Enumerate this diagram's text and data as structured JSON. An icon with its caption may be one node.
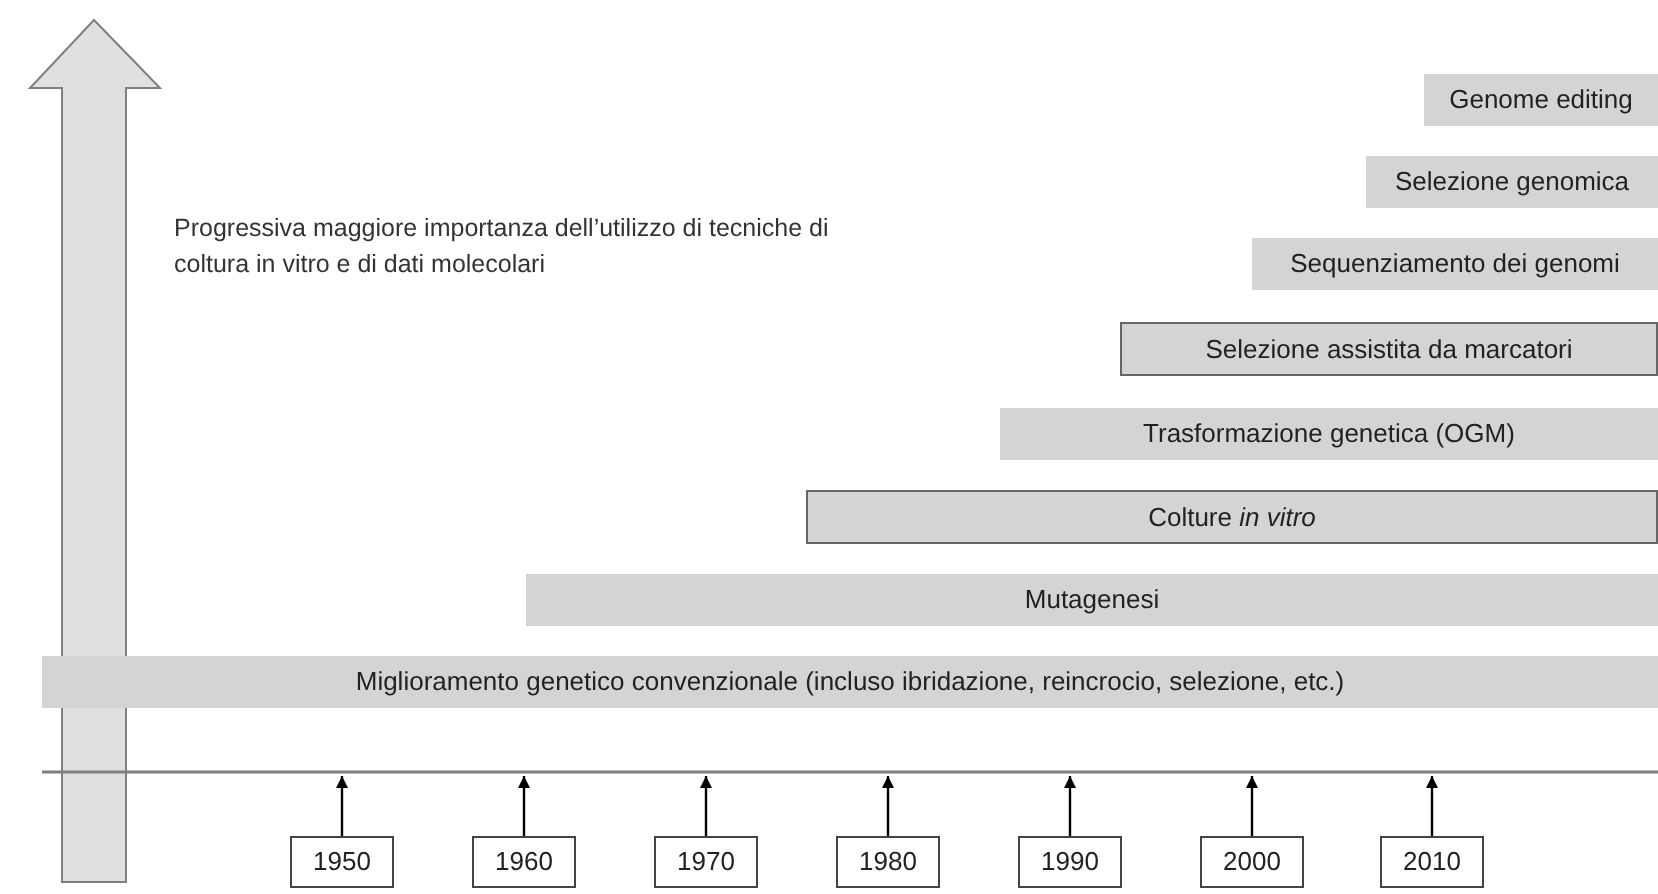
{
  "diagram": {
    "nodes": [
      {
        "text": [
          "Genome editing"
        ]
      },
      {
        "text": [
          "Selezione genomica"
        ]
      },
      {
        "text": [
          "Sequenziamento dei genomi"
        ]
      },
      {
        "text": [
          "Selezione assistita da marcatori"
        ]
      },
      {
        "text": [
          "Trasformazione genetica (OGM)"
        ]
      },
      {
        "text": [
          "Colture *in vitro*"
        ]
      },
      {
        "text": [
          "Mutagenesi"
        ]
      },
      {
        "text": [
          "Miglioramento genetico convenzionale (incluso ibridazione, reincrocio, selezione, etc.)"
        ]
      },
      {
        "text": [
          "1950"
        ]
      },
      {
        "text": [
          "1960"
        ]
      },
      {
        "text": [
          "1970"
        ]
      },
      {
        "text": [
          "1980"
        ]
      },
      {
        "text": [
          "1990"
        ]
      },
      {
        "text": [
          "2000"
        ]
      },
      {
        "text": [
          "2010"
        ]
      }
    ],
    "edges": [
      {
        "from": 8,
        "to": null,
        "arrow": "to"
      },
      {
        "from": 9,
        "to": null,
        "arrow": "to"
      },
      {
        "from": 10,
        "to": null,
        "arrow": "to"
      },
      {
        "from": 11,
        "to": null,
        "arrow": "to"
      },
      {
        "from": 12,
        "to": null,
        "arrow": "to"
      },
      {
        "from": 13,
        "to": null,
        "arrow": "to"
      },
      {
        "from": 14,
        "to": null,
        "arrow": "to"
      }
    ],
    "labels": [
      "Progressiva maggiore importanza dell’utilizzo di tecniche di coltura in vitro e di dati molecolari"
    ]
  }
}
